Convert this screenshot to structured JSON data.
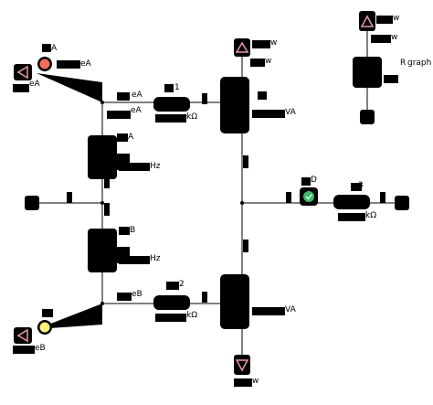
{
  "colors": {
    "ink": "#000000",
    "lamp_red": "#f26b5b",
    "lamp_yellow": "#fff27a",
    "lamp_green": "#3dbb6a",
    "arrow_pink": "#e89aa3"
  },
  "icons": {
    "gen_arrow": "triangle-arrow-icon",
    "lamp": "indicator-lamp-icon",
    "check": "check-mark-icon"
  },
  "labels": {
    "bus_a_top": "A",
    "gen_a_tail": "eA",
    "gen_a_sub": "eA",
    "feeder_a": "eA",
    "feeder_a_sub": "eA",
    "cb1_code": "1",
    "cb1_rating": "kΩ",
    "source_a_freq": "Hz",
    "source_b_freq": "Hz",
    "gen_b_tail": "eB",
    "feeder_b": "eB",
    "cb2_code": "2",
    "cb2_rating": "kΩ",
    "xfmr_top_unit": "VA",
    "xfmr_bottom_unit": "VA",
    "cb3_code": "3",
    "cb3_rating": "kΩ",
    "sensor_code": "D",
    "legend_w1": "w",
    "legend_w2": "w",
    "legend_tag": "R",
    "legend_graph": "graph",
    "top_w": "w",
    "top_w2": "w",
    "bottom_w": "w"
  }
}
